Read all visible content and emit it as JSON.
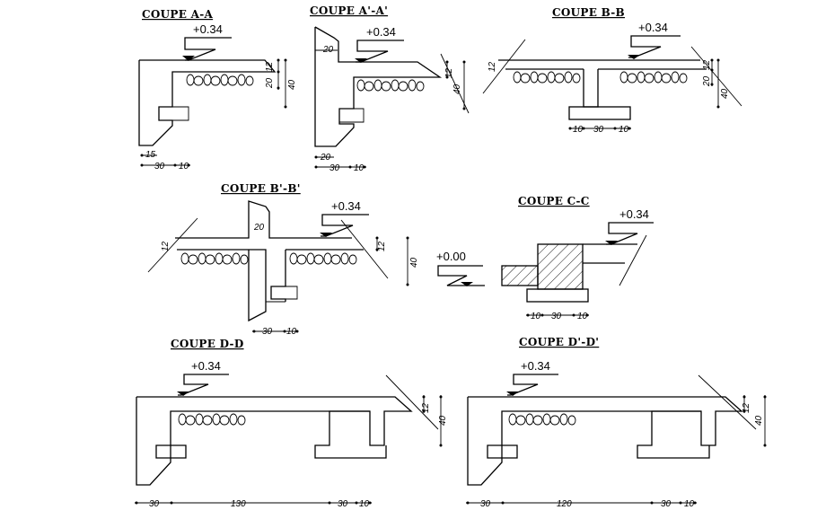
{
  "sections": [
    {
      "id": "aa",
      "title": "COUPE A-A",
      "level": "+0.34",
      "dims": {
        "h1": "12",
        "h2": "20",
        "v": "40",
        "b1": "15",
        "b2": "30",
        "b3": "10"
      }
    },
    {
      "id": "apa",
      "title": "COUPE A'-A'",
      "level": "+0.34",
      "dims": {
        "w": "20",
        "h1": "12",
        "v": "40",
        "b1": "20",
        "b2": "30",
        "b3": "10"
      }
    },
    {
      "id": "bb",
      "title": "COUPE B-B",
      "level": "+0.34",
      "dims": {
        "l": "12",
        "h1": "12",
        "h2": "20",
        "v": "40",
        "b1": "10",
        "b2": "30",
        "b3": "10"
      }
    },
    {
      "id": "bpb",
      "title": "COUPE B'-B'",
      "level": "+0.34",
      "dims": {
        "w": "20",
        "l": "12",
        "h1": "12",
        "v": "40",
        "b2": "30",
        "b3": "10"
      }
    },
    {
      "id": "cc",
      "title": "COUPE C-C",
      "level": "+0.34",
      "level2": "+0.00",
      "dims": {
        "b1": "10",
        "b2": "30",
        "b3": "10"
      }
    },
    {
      "id": "dd",
      "title": "COUPE D-D",
      "level": "+0.34",
      "dims": {
        "h1": "12",
        "v": "40",
        "b1": "30",
        "b2": "130",
        "b3": "30",
        "b4": "10"
      }
    },
    {
      "id": "dpd",
      "title": "COUPE D'-D'",
      "level": "+0.34",
      "dims": {
        "h1": "12",
        "v": "40",
        "b1": "30",
        "b2": "120",
        "b3": "30",
        "b4": "10"
      }
    }
  ]
}
